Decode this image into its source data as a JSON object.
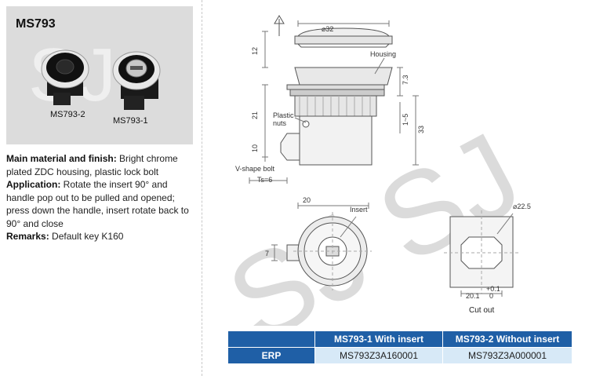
{
  "product": {
    "model": "MS793",
    "variants": [
      "MS793-2",
      "MS793-1"
    ]
  },
  "description": [
    {
      "label": "Main material and finish:",
      "text": " Bright chrome plated ZDC housing, plastic lock bolt"
    },
    {
      "label": "Application:",
      "text": " Rotate the insert 90° and handle  pop out to be pulled and opened; press down the handle, insert rotate back to 90° and close"
    },
    {
      "label": "Remarks:",
      "text": " Default key K160"
    }
  ],
  "drawing": {
    "watermark": "SJ SJ",
    "dims": {
      "diameter_top": "⌀32",
      "height_12": "12",
      "height_21": "21",
      "height_10": "10",
      "height_73": "7.3",
      "range_15": "1~5",
      "height_33": "33",
      "width_20": "20",
      "side_7": "7",
      "cut_diameter": "⌀22.5",
      "cut_width": "20.1",
      "tol_plus": "+0.1",
      "tol_zero": "0"
    },
    "callouts": {
      "housing": "Housing",
      "plastic": "Plastic",
      "nuts": "nuts",
      "vshape": "V-shape bolt",
      "ts": "Ts=6",
      "insert": "Insert",
      "cutout": "Cut out"
    }
  },
  "erp_table": {
    "headers": [
      "",
      "MS793-1 With insert",
      "MS793-2 Without insert"
    ],
    "row_label": "ERP",
    "values": [
      "MS793Z3A160001",
      "MS793Z3A000001"
    ]
  }
}
